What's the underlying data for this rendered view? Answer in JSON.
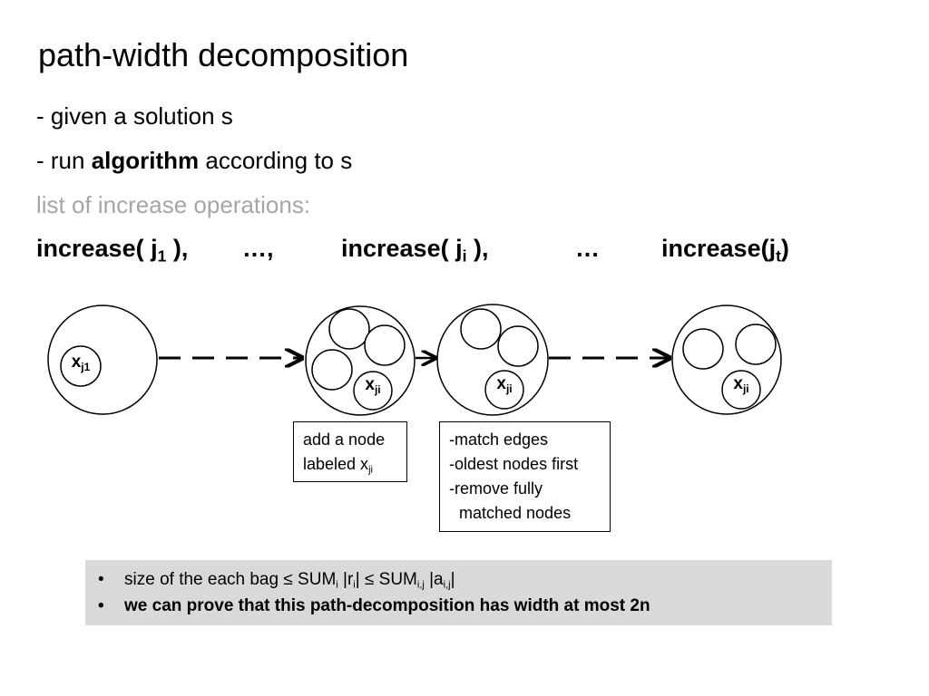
{
  "title": "path-width decomposition",
  "bullets": {
    "line1": "- given a solution s",
    "line2_prefix": "- run ",
    "line2_bold": "algorithm",
    "line2_suffix": " according to s",
    "line3": "list of increase operations:"
  },
  "operations": {
    "op1_text": "increase( j",
    "op1_sub": "1",
    "op1_end": " ),",
    "ellipsis1": "…,",
    "op2_text": "increase( j",
    "op2_sub": "i",
    "op2_end": " ),",
    "ellipsis2": "…",
    "op3_text": "increase(j",
    "op3_sub": "t",
    "op3_end": ")"
  },
  "node_labels": {
    "first": {
      "main": "x",
      "sub": "j1"
    },
    "second": {
      "main": "x",
      "sub": "ji"
    },
    "third": {
      "main": "x",
      "sub": "ji"
    },
    "fourth": {
      "main": "x",
      "sub": "ji"
    }
  },
  "box_add": {
    "line1": "add a node",
    "line2_text": "labeled x",
    "line2_sub": "ji"
  },
  "box_match": {
    "line1": "-match edges",
    "line2": "-oldest nodes first",
    "line3": "-remove fully",
    "line4": "matched nodes"
  },
  "summary": {
    "bullet_glyph": "•",
    "row1": {
      "t1": "size of the each bag  ≤ SUM",
      "s1": "i",
      "t2": " |r",
      "s2": "i",
      "t3": "|  ≤  SUM",
      "s3": "i,j",
      "t4": " |a",
      "s4": "i,j",
      "t5": "|"
    },
    "row2": "we can prove that this path-decomposition has width at most 2n"
  }
}
